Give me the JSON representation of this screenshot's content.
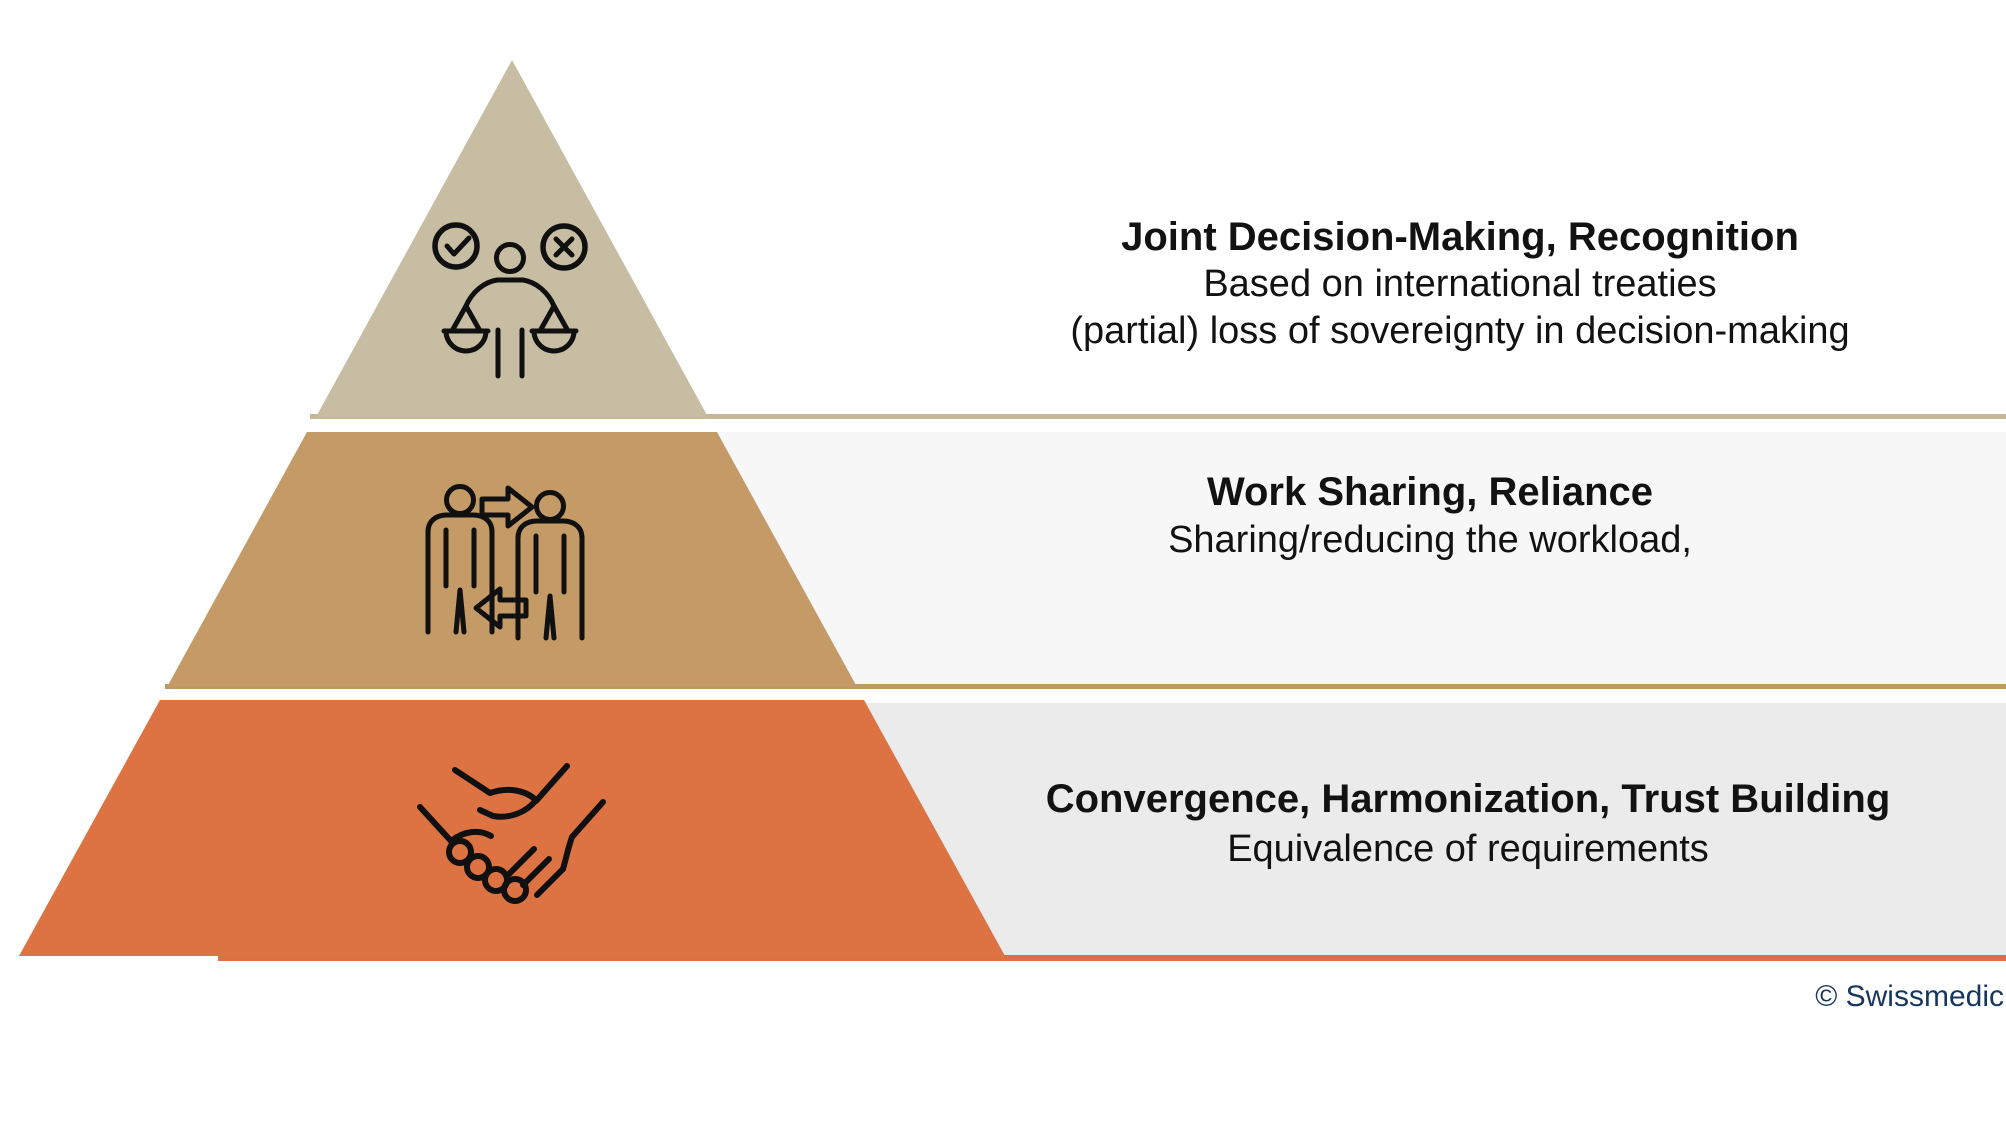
{
  "tiers": [
    {
      "title": "Joint Decision-Making, Recognition",
      "lines": [
        "Based on international treaties",
        "(partial) loss of sovereignty in decision-making"
      ],
      "color": "#C7BDA3",
      "icon": "scales-of-justice"
    },
    {
      "title": "Work Sharing, Reliance",
      "lines": [
        "Sharing/reducing the workload,"
      ],
      "color": "#C49A67",
      "icon": "people-exchange"
    },
    {
      "title": "Convergence, Harmonization, Trust Building",
      "lines": [
        "Equivalence of requirements"
      ],
      "color": "#DD7342",
      "icon": "handshake"
    }
  ],
  "bands": {
    "middle_fill": "#F7F7F8",
    "bottom_fill": "#EBEBEB",
    "top_rule": "#C6B897",
    "middle_rule": "#BD9964",
    "bottom_rule": "#DC7242"
  },
  "palette": {
    "icon_stroke": "#101010",
    "text": "#121212",
    "copyright_color": "#17365D"
  },
  "footer": {
    "copyright": "© Swissmedic"
  }
}
